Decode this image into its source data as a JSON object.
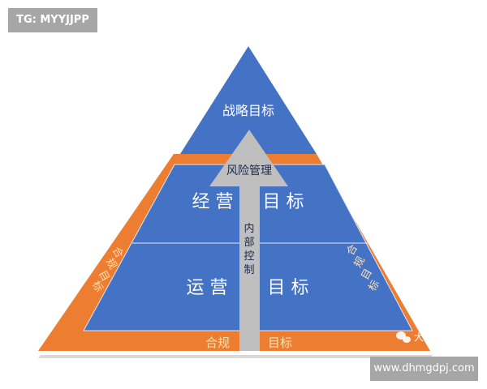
{
  "tag_label": "TG: MYYJJPP",
  "watermark": "www.dhmgdpj.com",
  "brand": "大风控",
  "pyramid": {
    "top": "战略目标",
    "arrow_head": "风险管理",
    "middle_left": "经 营",
    "middle_right": "目 标",
    "bottom_left": "运 营",
    "bottom_right": "目 标",
    "shaft_chars": [
      "内",
      "部",
      "控",
      "制"
    ],
    "side_left": [
      "合",
      "规",
      "目",
      "标"
    ],
    "side_right": [
      "合",
      "规",
      "目",
      "标"
    ],
    "base_left": "合规",
    "base_right": "目标"
  },
  "colors": {
    "blue": "#4472c4",
    "orange": "#ed7d31",
    "gray": "#bfbfbf"
  }
}
